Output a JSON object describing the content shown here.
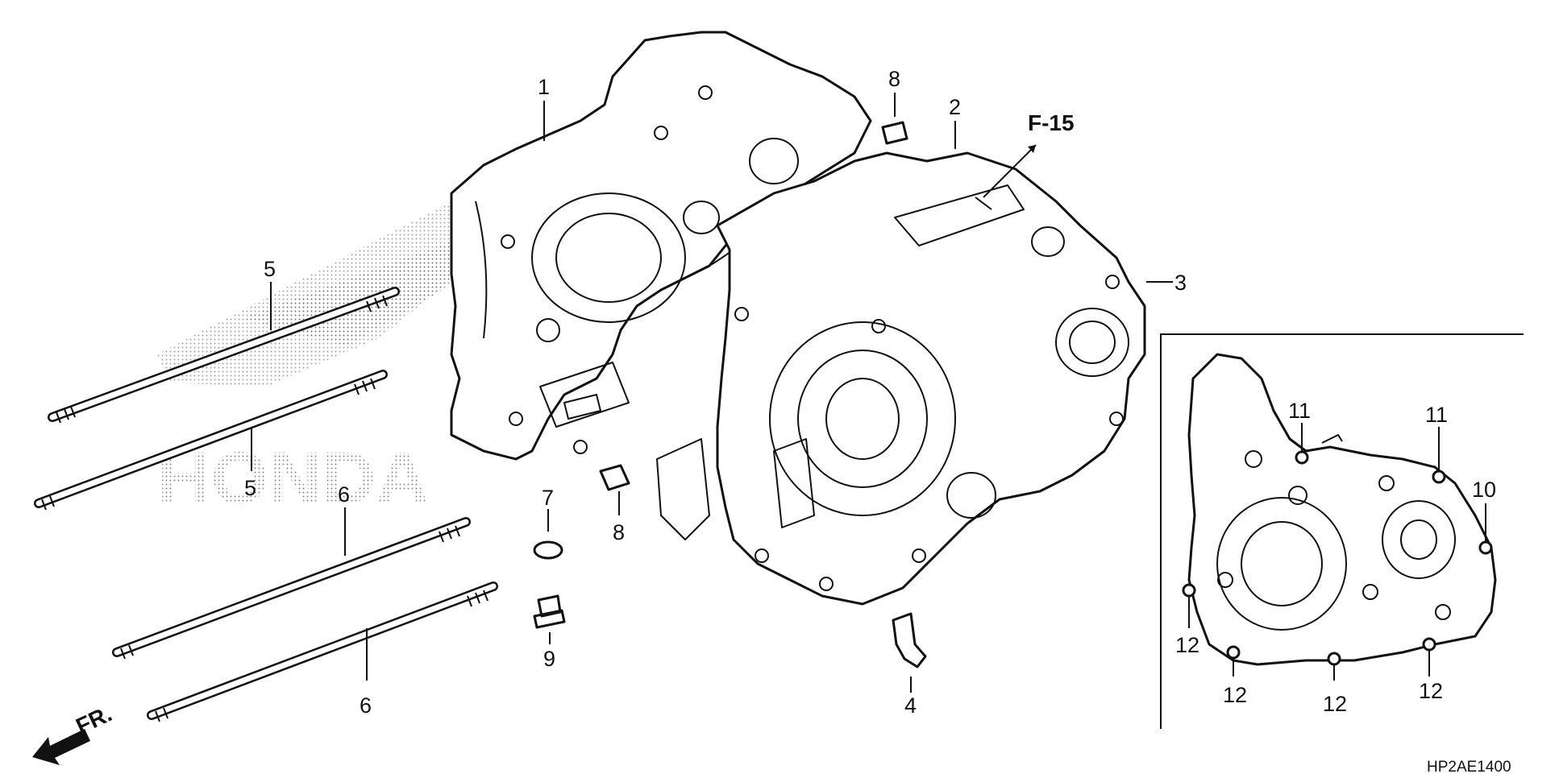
{
  "diagram": {
    "code": "HP2AE1400",
    "reference": "F-15",
    "watermark": "HONDA",
    "front_marker": "FR.",
    "callouts": {
      "c1": "1",
      "c2": "2",
      "c3": "3",
      "c4": "4",
      "c5a": "5",
      "c5b": "5",
      "c6a": "6",
      "c6b": "6",
      "c7": "7",
      "c8a": "8",
      "c8b": "8",
      "c9": "9",
      "c10": "10",
      "c11a": "11",
      "c11b": "11",
      "c12a": "12",
      "c12b": "12",
      "c12c": "12",
      "c12d": "12"
    }
  }
}
